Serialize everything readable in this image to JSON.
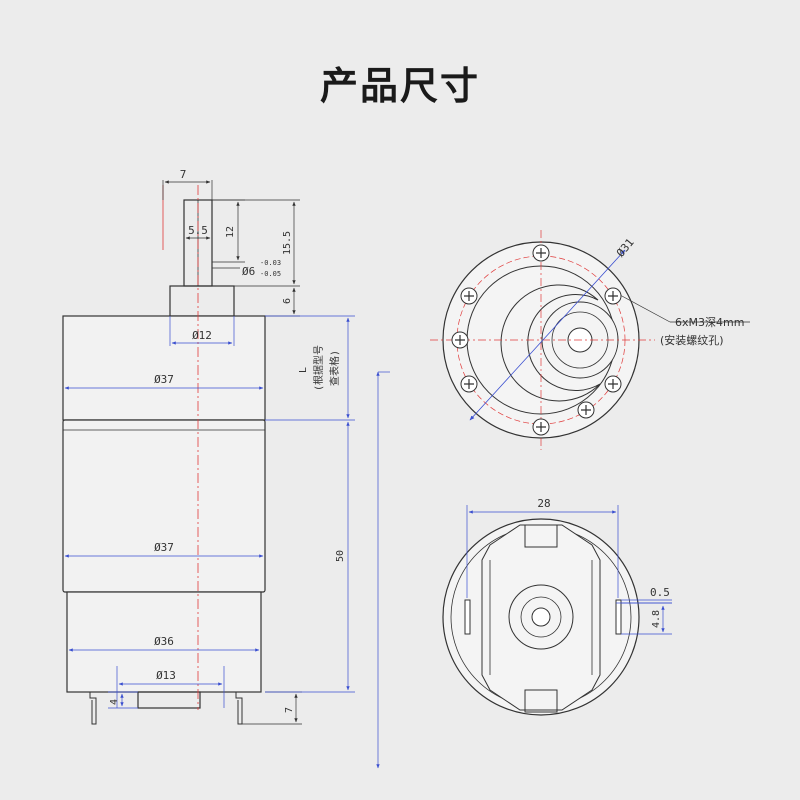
{
  "page": {
    "title": "产品尺寸"
  },
  "side_view": {
    "shaft_flat_width": "7",
    "shaft_flat_depth": "5.5",
    "shaft_flat_length": "12",
    "shaft_length": "15.5",
    "shaft_diameter": "Ø6",
    "shaft_tol_upper": "-0.03",
    "shaft_tol_lower": "-0.05",
    "boss_height": "6",
    "boss_diameter": "Ø12",
    "gearbox_diameter": "Ø37",
    "gearbox_length_label": "L",
    "gearbox_length_note_1": "(根据型号",
    "gearbox_length_note_2": "查表格)",
    "motor_diameter": "Ø37",
    "motor_length": "50",
    "endcap_diameter": "Ø36",
    "bearing_diameter": "Ø13",
    "bearing_height": "4",
    "terminal_length": "7"
  },
  "front_view": {
    "pcd": "Ø31",
    "hole_spec": "6xM3深4mm",
    "hole_note": "(安装螺纹孔)"
  },
  "rear_view": {
    "terminal_span": "28",
    "terminal_thickness": "0.5",
    "terminal_width": "4.8"
  },
  "colors": {
    "outline": "#333333",
    "dimension_line": "#3a4fd0",
    "center_line": "#e03a3a",
    "background": "#ececec"
  }
}
